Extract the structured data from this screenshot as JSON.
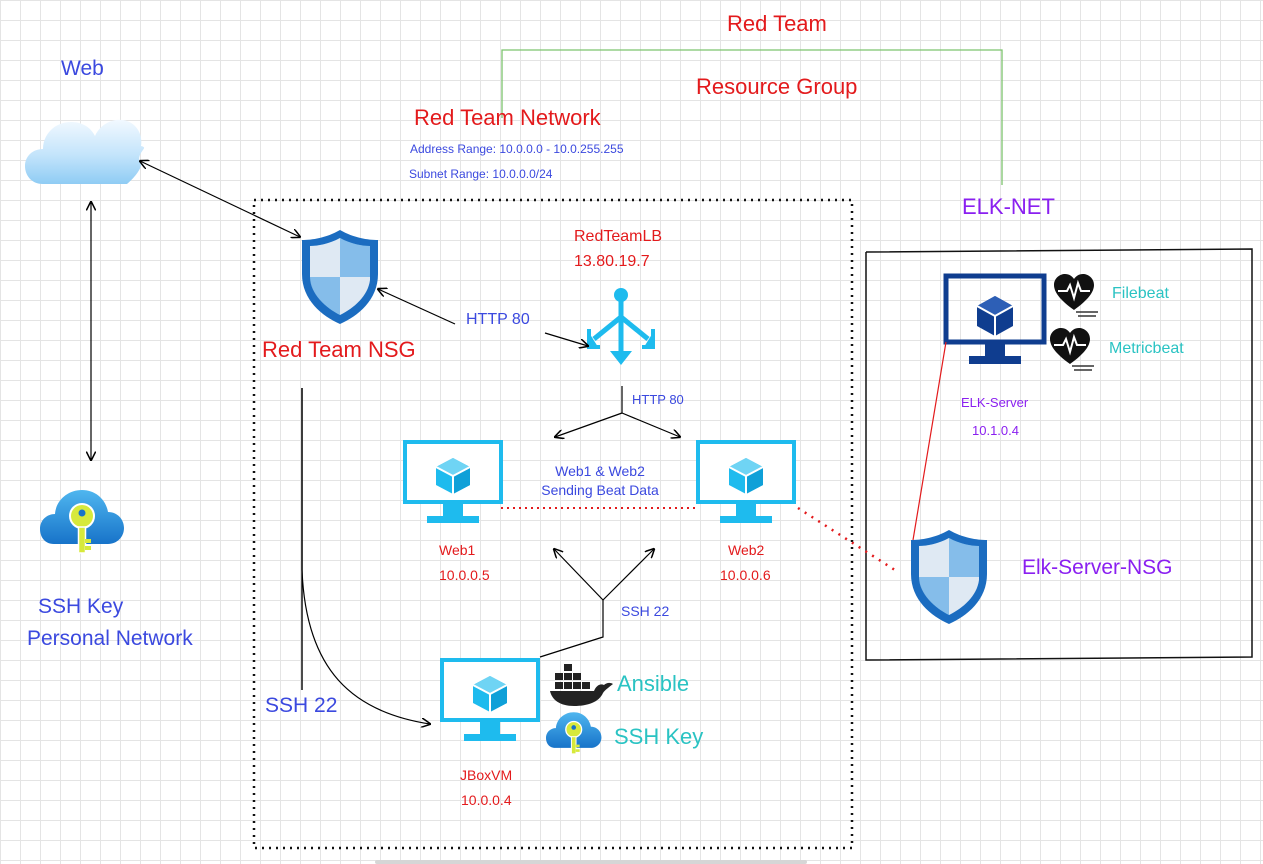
{
  "labels": {
    "web": "Web",
    "ssh_key_left": "SSH Key",
    "personal_network": "Personal Network",
    "red_team": "Red Team",
    "resource_group": "Resource Group",
    "red_team_network": "Red Team Network",
    "address_range": "Address Range:  10.0.0.0 - 10.0.255.255",
    "subnet_range": "Subnet Range: 10.0.0.0/24",
    "elk_net": "ELK-NET",
    "red_team_nsg": "Red Team NSG",
    "lb_name": "RedTeamLB",
    "lb_ip": "13.80.19.7",
    "http80_nsg": "HTTP 80",
    "http80_lb": "HTTP 80",
    "web1": "Web1",
    "web1_ip": "10.0.0.5",
    "web2": "Web2",
    "web2_ip": "10.0.0.6",
    "beat_line1": "Web1 & Web2",
    "beat_line2": "Sending Beat Data",
    "ssh22_jump": "SSH 22",
    "ssh22_nsg": "SSH 22",
    "jbox": "JBoxVM",
    "jbox_ip": "10.0.0.4",
    "ansible": "Ansible",
    "ssh_key_jbox": "SSH Key",
    "elk_server": "ELK-Server",
    "elk_ip": "10.1.0.4",
    "filebeat": "Filebeat",
    "metricbeat": "Metricbeat",
    "elk_nsg": "Elk-Server-NSG"
  },
  "colors": {
    "red": "#e31a1c",
    "blue": "#3b49df",
    "purple": "#8a1ff0",
    "teal": "#2ac3c3",
    "azure_vm": "#1ebbee",
    "azure_vm_dark": "#0f3d8f",
    "group_line": "#7cc36d"
  },
  "icons": {
    "web": "cloud-icon",
    "ssh_key": "key-vault-icon",
    "nsg": "shield-icon",
    "load_balancer": "load-balancer-icon",
    "vm": "monitor-cube-icon",
    "docker": "docker-whale-icon",
    "beat": "heart-monitor-icon"
  }
}
